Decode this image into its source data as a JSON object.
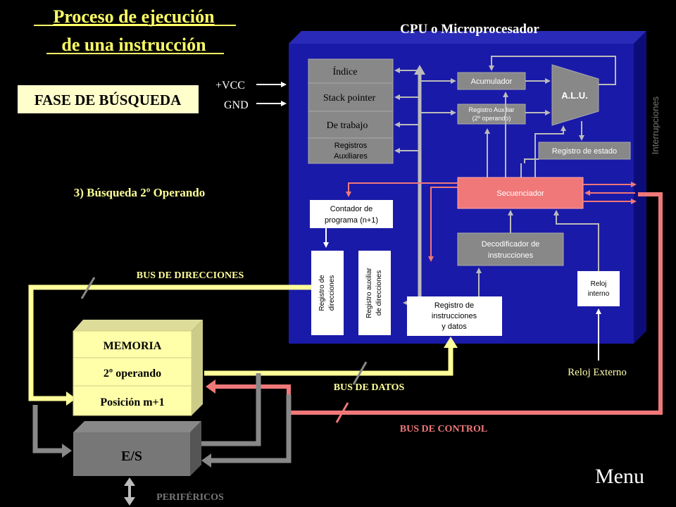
{
  "title": {
    "line1": "Proceso de  ejecución",
    "line2": "de una instrucción"
  },
  "phase": "FASE DE BÚSQUEDA",
  "step": "3) Búsqueda 2º Operando",
  "cpu_title": "CPU o Microprocesador",
  "power": {
    "vcc": "+VCC",
    "gnd": "GND"
  },
  "registers": {
    "indice": "Índice",
    "stack": "Stack pointer",
    "trabajo": "De trabajo",
    "aux1": "Registros",
    "aux2": "Auxiliares"
  },
  "acumulador": "Acumulador",
  "reg_aux_op": {
    "line1": "Registro Auxiliar",
    "line2": "(2º operando)"
  },
  "alu": "A.L.U.",
  "reg_estado": "Registro de estado",
  "interrupciones": "Interrupciones",
  "secuenciador": "Secuenciador",
  "contador": {
    "line1": "Contador de",
    "line2": "programa (n+1)"
  },
  "decodificador": {
    "line1": "Decodificador de",
    "line2": "instrucciones"
  },
  "reg_dir": {
    "line1": "Registro de",
    "line2": "direcciones"
  },
  "reg_aux_dir": {
    "line1": "Registro auxiliar",
    "line2": "de direcciones"
  },
  "reg_instr": {
    "line1": "Registro de",
    "line2": "instrucciones",
    "line3": "y datos"
  },
  "reloj_interno": {
    "line1": "Reloj",
    "line2": "interno"
  },
  "reloj_externo": "Reloj Externo",
  "bus_direcciones": "BUS DE DIRECCIONES",
  "bus_datos": "BUS DE DATOS",
  "bus_control": "BUS DE CONTROL",
  "memoria": {
    "title": "MEMORIA",
    "row1": "2º operando",
    "row2": "Posición m+1"
  },
  "es": "E/S",
  "perifericos": "PERIFÉRICOS",
  "menu": "Menu",
  "colors": {
    "cpu_face": "#1a1aa8",
    "cpu_side": "#0d0d7a",
    "bus_address": "#ffff99",
    "bus_control": "#f07878",
    "gray_bus": "#888888",
    "title": "#ffff66"
  }
}
